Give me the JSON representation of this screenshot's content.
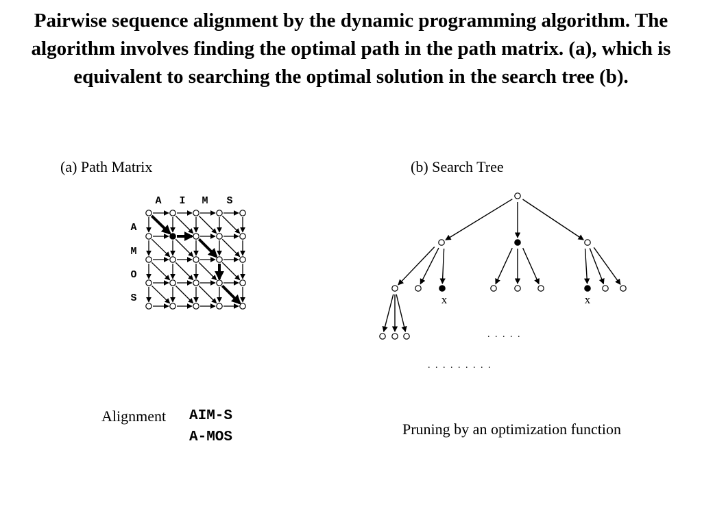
{
  "title": "Pairwise sequence alignment by the dynamic programming algorithm. The algorithm involves finding the optimal path in the path matrix. (a), which is equivalent to searching the optimal solution in the search tree (b).",
  "panel_a": {
    "caption": "(a) Path Matrix",
    "columns": [
      "A",
      "I",
      "M",
      "S"
    ],
    "rows": [
      "A",
      "M",
      "O",
      "S"
    ],
    "optimal_path": [
      [
        0,
        0
      ],
      [
        1,
        1
      ],
      [
        1,
        2
      ],
      [
        2,
        3
      ],
      [
        3,
        3
      ],
      [
        4,
        4
      ]
    ],
    "alignment_label": "Alignment",
    "alignment_top": "AIM-S",
    "alignment_bottom": "A-MOS"
  },
  "panel_b": {
    "caption": "(b) Search Tree",
    "prune_mark": "x",
    "ellipsis_short": ". . . . .",
    "ellipsis_long": ". . . . . . . . .",
    "pruning_caption": "Pruning by an optimization function"
  }
}
